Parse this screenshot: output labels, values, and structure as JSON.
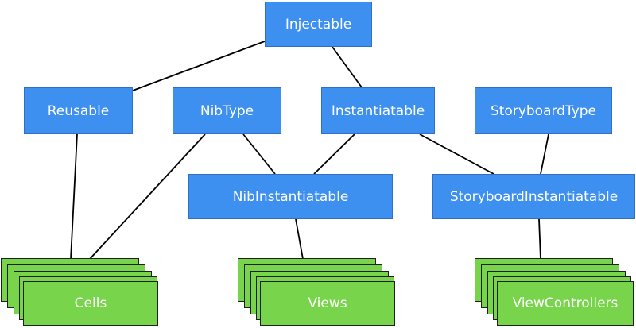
{
  "colors": {
    "protocol_fill": "#3d8ff0",
    "protocol_border": "#2f6fc4",
    "concrete_fill": "#77d44b",
    "concrete_border": "#1f1f1f",
    "edge": "#000000"
  },
  "protocols": [
    {
      "id": "injectable",
      "label": "Injectable"
    },
    {
      "id": "reusable",
      "label": "Reusable"
    },
    {
      "id": "nibtype",
      "label": "NibType"
    },
    {
      "id": "instantiatable",
      "label": "Instantiatable"
    },
    {
      "id": "storyboardtype",
      "label": "StoryboardType"
    },
    {
      "id": "nibinstantiatable",
      "label": "NibInstantiatable"
    },
    {
      "id": "storyboardinstantiatable",
      "label": "StoryboardInstantiatable"
    }
  ],
  "concrete": [
    {
      "id": "cells",
      "label": "Cells"
    },
    {
      "id": "views",
      "label": "Views"
    },
    {
      "id": "viewcontrollers",
      "label": "ViewControllers"
    }
  ],
  "edges": [
    [
      "injectable",
      "reusable"
    ],
    [
      "injectable",
      "instantiatable"
    ],
    [
      "reusable",
      "cells"
    ],
    [
      "nibtype",
      "cells"
    ],
    [
      "nibtype",
      "nibinstantiatable"
    ],
    [
      "instantiatable",
      "nibinstantiatable"
    ],
    [
      "instantiatable",
      "storyboardinstantiatable"
    ],
    [
      "storyboardtype",
      "storyboardinstantiatable"
    ],
    [
      "nibinstantiatable",
      "views"
    ],
    [
      "storyboardinstantiatable",
      "viewcontrollers"
    ]
  ]
}
